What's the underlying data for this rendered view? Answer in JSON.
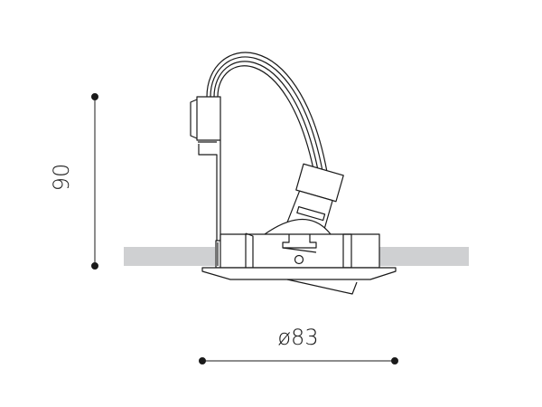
{
  "diagram": {
    "type": "technical-drawing",
    "subject": "recessed tilting downlight, side elevation",
    "dimensions": {
      "height": {
        "label": "90",
        "unit": "mm",
        "orientation": "vertical"
      },
      "diameter": {
        "label": "ø83",
        "unit": "mm",
        "orientation": "horizontal"
      }
    },
    "colors": {
      "line": "#1a1a1a",
      "ceiling": "#cfd0d2",
      "background": "#ffffff"
    },
    "parts": [
      "cable-loop",
      "terminal-block",
      "mounting-spring-bracket",
      "lamp-socket",
      "gimbal-housing",
      "trim-ring",
      "ceiling-cutout"
    ]
  }
}
